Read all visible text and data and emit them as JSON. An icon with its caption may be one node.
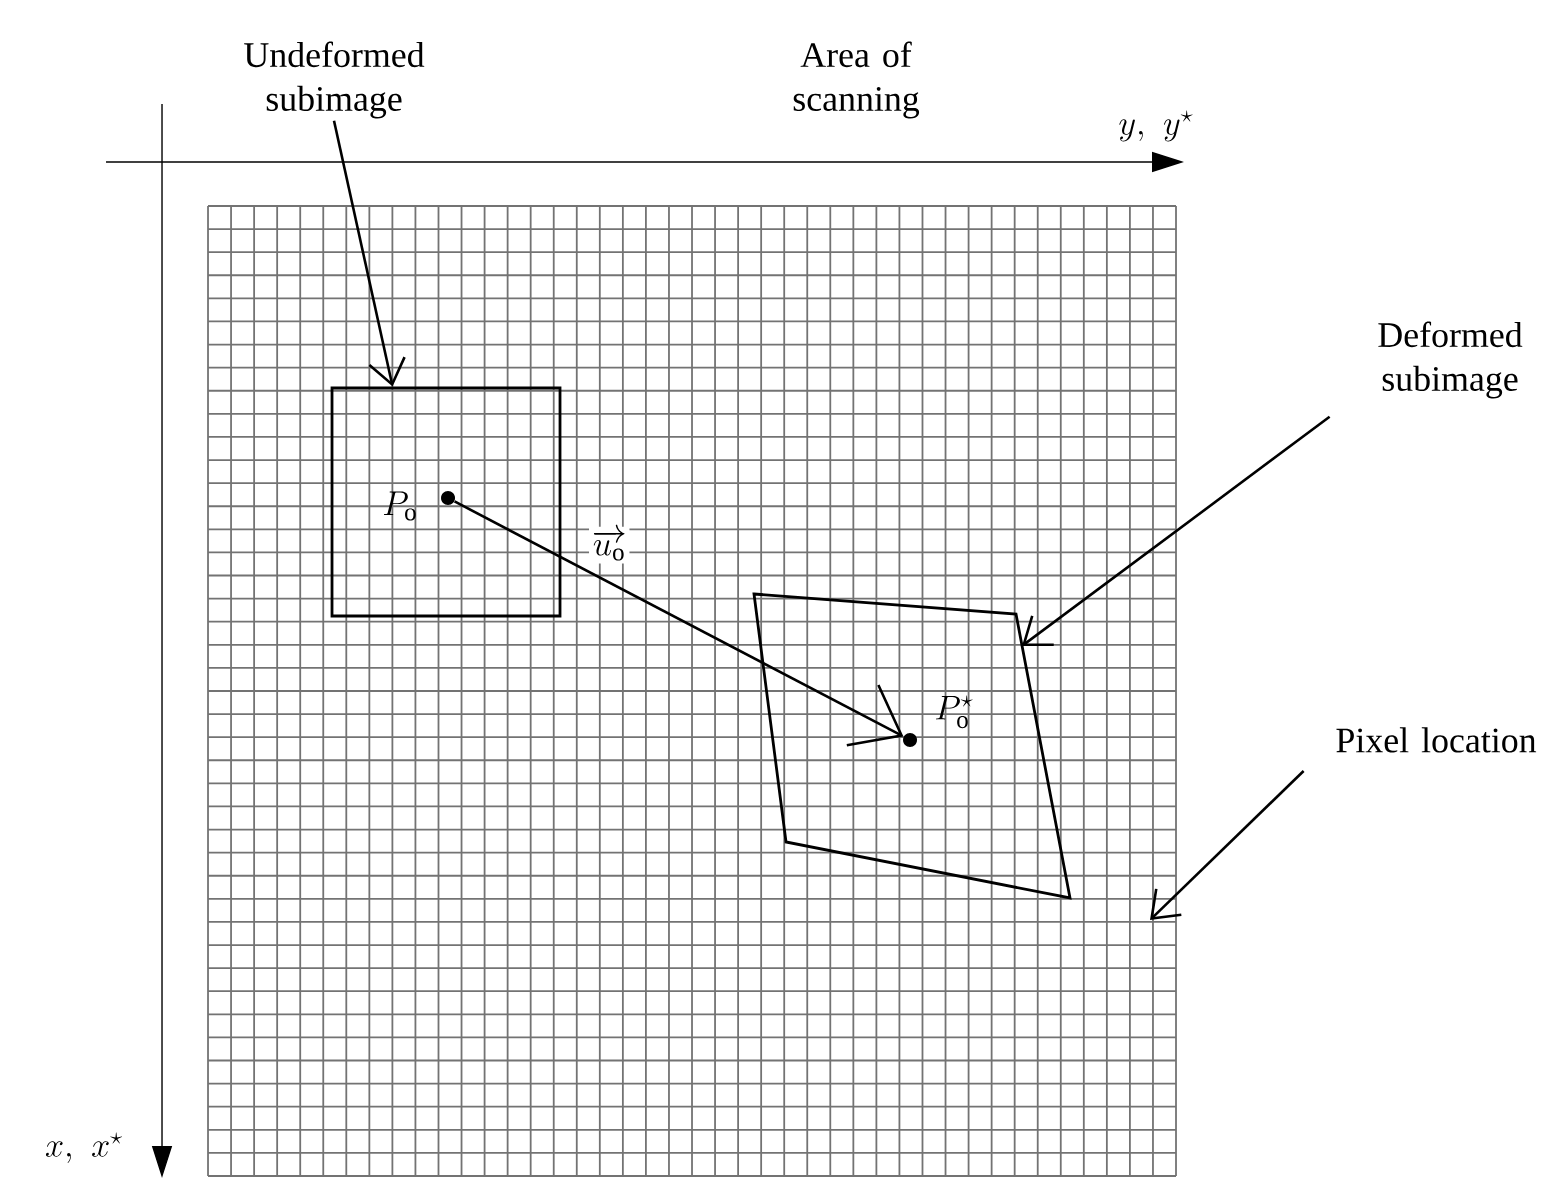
{
  "diagram": {
    "nodes": [
      {
        "text": [
          "Undeformed subimage"
        ]
      },
      {
        "text": [],
        "shape": "box"
      },
      {
        "text": [],
        "shape": "circle",
        "in": 1,
        "beside": [
          "P_\\mathrm{o}"
        ]
      },
      {
        "text": [],
        "shape": "box"
      },
      {
        "text": [],
        "shape": "circle",
        "in": 3,
        "beside": [
          "P_\\mathrm{o}^{\\star}"
        ]
      },
      {
        "text": [
          "Deformed subimage"
        ]
      },
      {
        "text": [
          "Pixel location"
        ]
      }
    ],
    "edges": [
      {
        "from": 0,
        "to": 1,
        "arrow": "to"
      },
      {
        "from": 2,
        "to": 4,
        "arrow": "to",
        "label": "\\overrightarrow{u_\\mathrm{o}}"
      },
      {
        "from": 5,
        "to": 3,
        "arrow": "to"
      },
      {
        "from": 6,
        "to": null,
        "arrow": "to"
      }
    ],
    "labels": [
      "Area of scanning",
      "y,\\ y^{\\star}",
      "x,\\ x^{\\star}"
    ]
  }
}
